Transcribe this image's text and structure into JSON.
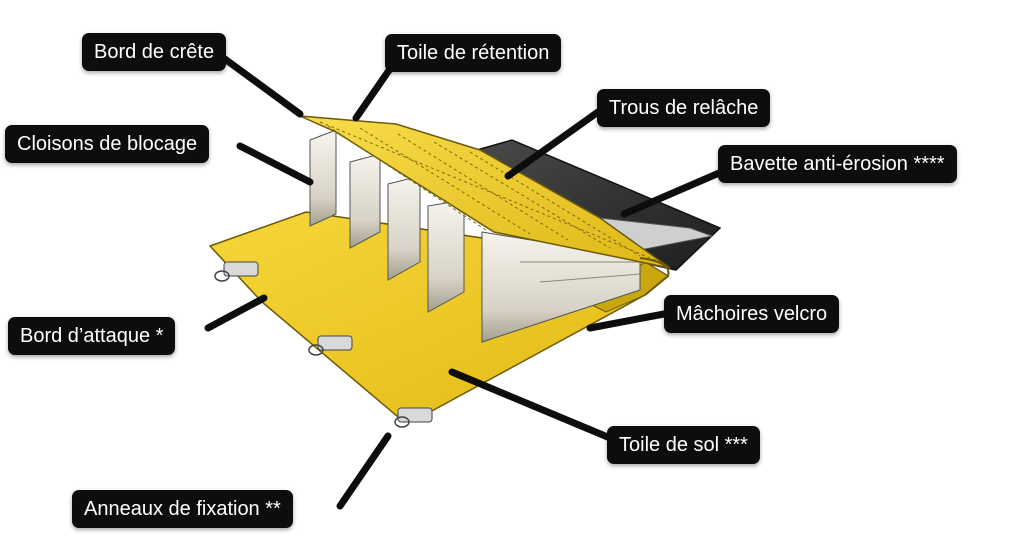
{
  "colors": {
    "fabric_yellow": "#f2cf2e",
    "fabric_shadow": "#c9a70f",
    "baffle_light": "#f4f1ea",
    "baffle_shadow": "#a39e8d",
    "apron_dark": "#2e2e2e",
    "label_bg": "#0d0d0d",
    "label_text": "#ffffff"
  },
  "labels": {
    "bord_de_crete": "Bord de crête",
    "toile_de_retention": "Toile de rétention",
    "trous_de_relache": "Trous de relâche",
    "cloisons_de_blocage": "Cloisons de blocage",
    "bavette_anti_erosion": "Bavette anti-érosion ****",
    "machoires_velcro": "Mâchoires velcro",
    "bord_d_attaque": "Bord d’attaque *",
    "toile_de_sol": "Toile de sol ***",
    "anneaux_de_fixation": "Anneaux de fixation **"
  }
}
